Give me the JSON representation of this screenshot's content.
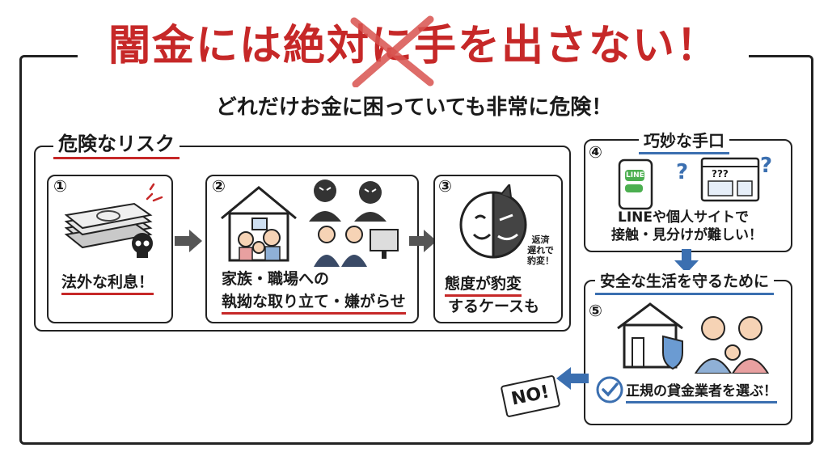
{
  "title": "闇金には絶対に手を出さない！",
  "subtitle": "どれだけお金に困っていても非常に危険！",
  "risk_section": {
    "heading": "危険なリスク",
    "items": [
      {
        "number": "①",
        "caption": "法外な利息！"
      },
      {
        "number": "②",
        "caption_line1": "家族・職場への",
        "caption_line2": "執拗な取り立て・嫌がらせ"
      },
      {
        "number": "③",
        "caption_line1": "態度が豹変",
        "caption_line2": "するケースも",
        "note_line1": "返済",
        "note_line2": "遅れで",
        "note_line3": "豹変！"
      }
    ]
  },
  "tactics_section": {
    "heading": "巧妙な手口",
    "number": "④",
    "caption_line1": "LINEや個人サイトで",
    "caption_line2": "接触・見分けが難しい！",
    "phone_badge": "LINE",
    "browser_text": "???",
    "question_mark": "?"
  },
  "safety_section": {
    "heading": "安全な生活を守るために",
    "number": "⑤",
    "caption": "正規の貸金業者を選ぶ！",
    "no_sign": "NO!"
  },
  "colors": {
    "accent_red": "#c62828",
    "accent_blue": "#3b6fb0"
  }
}
